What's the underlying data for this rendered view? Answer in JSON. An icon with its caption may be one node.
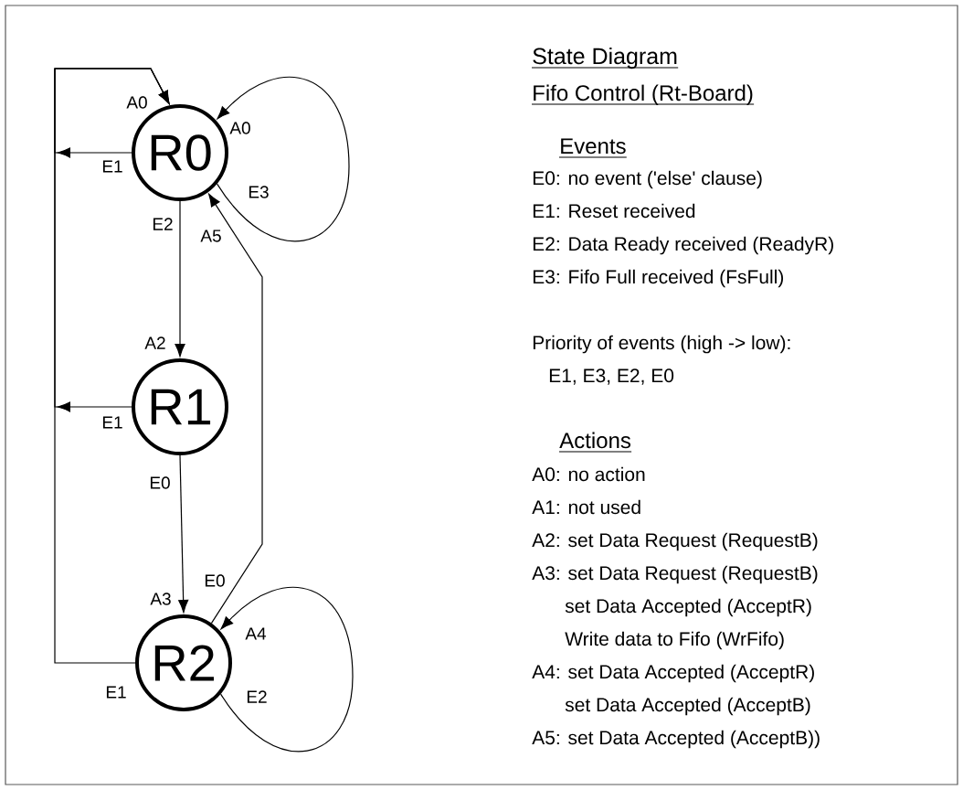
{
  "diagram": {
    "title": "State Diagram",
    "nodes": [
      {
        "text": [
          "R0"
        ]
      },
      {
        "text": [
          "R1"
        ]
      },
      {
        "text": [
          "R2"
        ]
      }
    ],
    "edges": [
      {
        "from": 0,
        "to": 0,
        "arrow": "to",
        "label": "E3"
      },
      {
        "from": 0,
        "to": 1,
        "arrow": "to",
        "label": "E2"
      },
      {
        "from": 1,
        "to": 2,
        "arrow": "to",
        "label": "E0"
      },
      {
        "from": 2,
        "to": 2,
        "arrow": "to",
        "label": "E2"
      },
      {
        "from": 2,
        "to": 0,
        "arrow": "to",
        "label": "E0"
      },
      {
        "from": 0,
        "to": 0,
        "arrow": "to",
        "label": "E1"
      },
      {
        "from": 1,
        "to": 0,
        "arrow": "to",
        "label": "E1"
      },
      {
        "from": 2,
        "to": 0,
        "arrow": "to",
        "label": "E1"
      }
    ],
    "labels": [
      "Fifo Control (Rt-Board)",
      "Events",
      "E0: no event ('else' clause)",
      "E1: Reset received",
      "E2: Data Ready received (ReadyR)",
      "E3: Fifo Full received (FsFull)",
      "Priority of events (high -> low):",
      "E1, E3, E2, E0",
      "Actions",
      "A0: no action",
      "A1: not used",
      "A2: set Data Request (RequestB)",
      "A3: set Data Request (RequestB)",
      "set Data Accepted (AcceptR)",
      "Write data to Fifo (WrFifo)",
      "A4: set Data Accepted (AcceptR)",
      "set Data Accepted (AcceptB)",
      "A5: set Data Accepted (AcceptB))",
      "A0",
      "A0",
      "A5",
      "A2",
      "A3",
      "A4"
    ]
  }
}
